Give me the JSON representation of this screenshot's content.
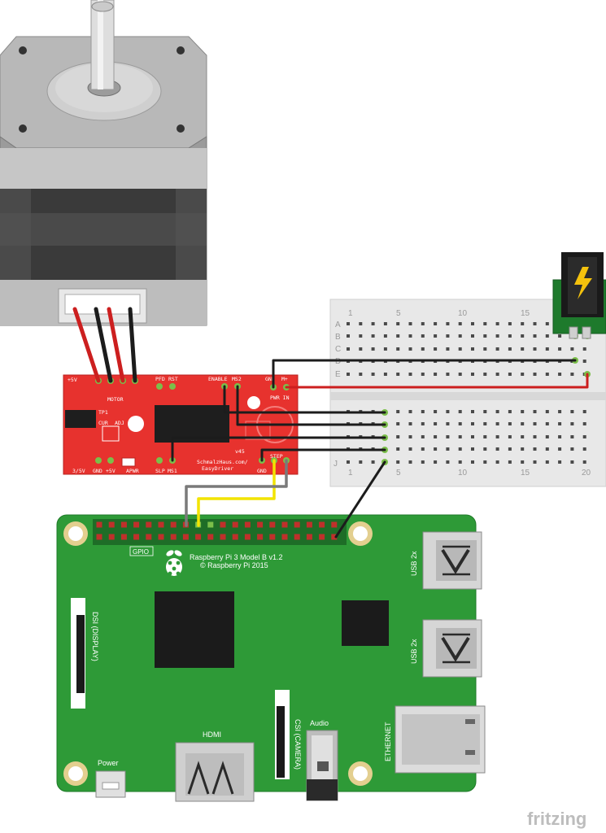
{
  "stepper_motor": {},
  "easydriver": {
    "labels": {
      "plus5v_top": "+5V",
      "pfd": "PFD",
      "rst": "RST",
      "enable": "ENABLE",
      "ms2": "MS2",
      "gnd_top": "GND",
      "m_plus": "M+",
      "pwr_in": "PWR IN",
      "motor": "MOTOR",
      "tp1": "TP1",
      "cur": "CUR",
      "adj": "ADJ",
      "v45": "v45",
      "url_line1": "SchmalzHaus.com/",
      "url_line2": "EasyDriver",
      "v33_5": "3/5V",
      "gnd_bottom": "GND",
      "plus5v_bottom": "+5V",
      "apwr": "APWR",
      "slp": "SLP",
      "ms1": "MS1",
      "gnd_step": "GND",
      "step": "STEP"
    }
  },
  "breadboard": {
    "top_numbers": [
      "1",
      "5",
      "10",
      "15"
    ],
    "bottom_numbers": [
      "1",
      "5",
      "10",
      "15",
      "20"
    ],
    "row_letters": [
      "A",
      "B",
      "C",
      "D",
      "E"
    ],
    "bottom_row_letter": "J"
  },
  "raspberry_pi": {
    "gpio_label": "GPIO",
    "model_line1": "Raspberry Pi 3 Model B v1.2",
    "model_line2": "© Raspberry Pi 2015",
    "dsi_label": "DSI (DISPLAY)",
    "hdmi_label": "HDMI",
    "csi_label": "CSI (CAMERA)",
    "audio_label": "Audio",
    "ethernet_label": "ETHERNET",
    "usb_label_1": "USB 2x",
    "usb_label_2": "USB 2x",
    "power_label": "Power"
  },
  "watermark": "fritzing",
  "colors": {
    "pcb_red": "#e7322e",
    "pcb_green": "#2e9a37",
    "wire_red": "#cc1f1f",
    "wire_black": "#1c1c1c",
    "wire_gray": "#7a7a7a",
    "wire_yellow": "#f2e400"
  }
}
